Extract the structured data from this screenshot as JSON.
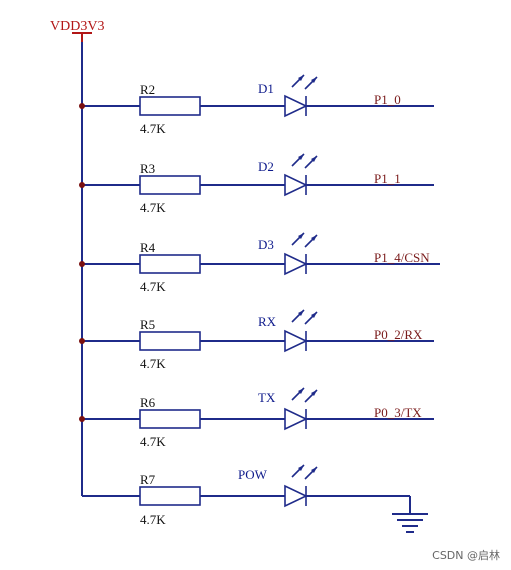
{
  "power_label": "VDD3V3",
  "rows": [
    {
      "resistor": "R2",
      "value": "4.7K",
      "diode": "D1",
      "net": "P1_0"
    },
    {
      "resistor": "R3",
      "value": "4.7K",
      "diode": "D2",
      "net": "P1_1"
    },
    {
      "resistor": "R4",
      "value": "4.7K",
      "diode": "D3",
      "net": "P1_4/CSN"
    },
    {
      "resistor": "R5",
      "value": "4.7K",
      "diode": "RX",
      "net": "P0_2/RX"
    },
    {
      "resistor": "R6",
      "value": "4.7K",
      "diode": "TX",
      "net": "P0_3/TX"
    },
    {
      "resistor": "R7",
      "value": "4.7K",
      "diode": "POW",
      "net": ""
    }
  ],
  "watermark": "CSDN @启林",
  "colors": {
    "wire": "#1f2b8a",
    "power": "#b21616",
    "net": "#7a1b1b",
    "junction": "#7a1010"
  }
}
